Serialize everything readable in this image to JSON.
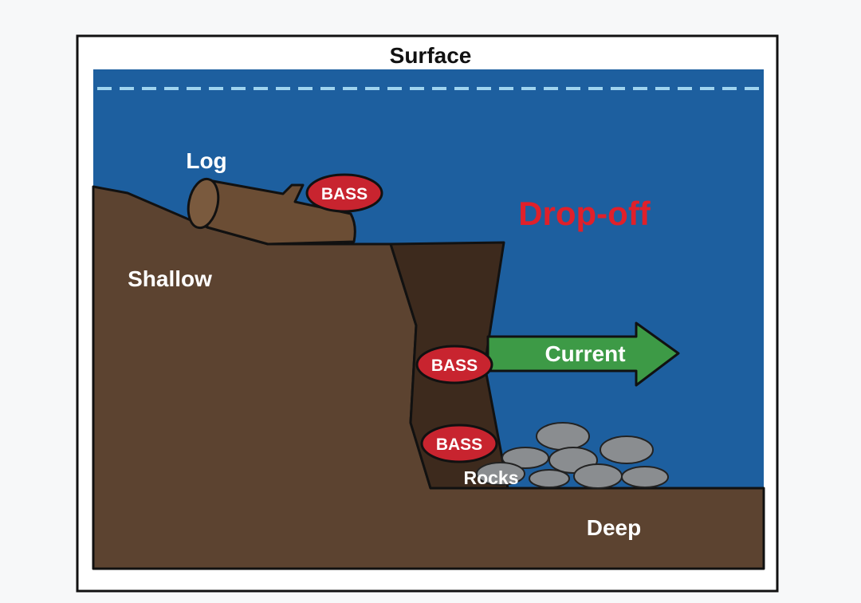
{
  "title": "Surface",
  "labels": {
    "log": "Log",
    "drop_off": "Drop-off",
    "shallow": "Shallow",
    "current": "Current",
    "rocks": "Rocks",
    "deep": "Deep"
  },
  "fish": [
    {
      "label": "BASS",
      "location": "by-log"
    },
    {
      "label": "BASS",
      "location": "drop-off-wall"
    },
    {
      "label": "BASS",
      "location": "near-rocks"
    }
  ],
  "colors": {
    "water": "#1d5f9f",
    "surface_dash": "#9fd4ef",
    "ground": "#5c4330",
    "ground_shadow": "#3d2a1d",
    "log": "#6b4d34",
    "fish": "#c8242f",
    "drop_off_text": "#e0202a",
    "current_arrow": "#3d9a46",
    "rock": "#8a8d90",
    "border": "#111111"
  },
  "icons": {
    "fish": "bass-fish-ellipse",
    "rock": "rock-ellipse",
    "arrow": "right-arrow"
  }
}
